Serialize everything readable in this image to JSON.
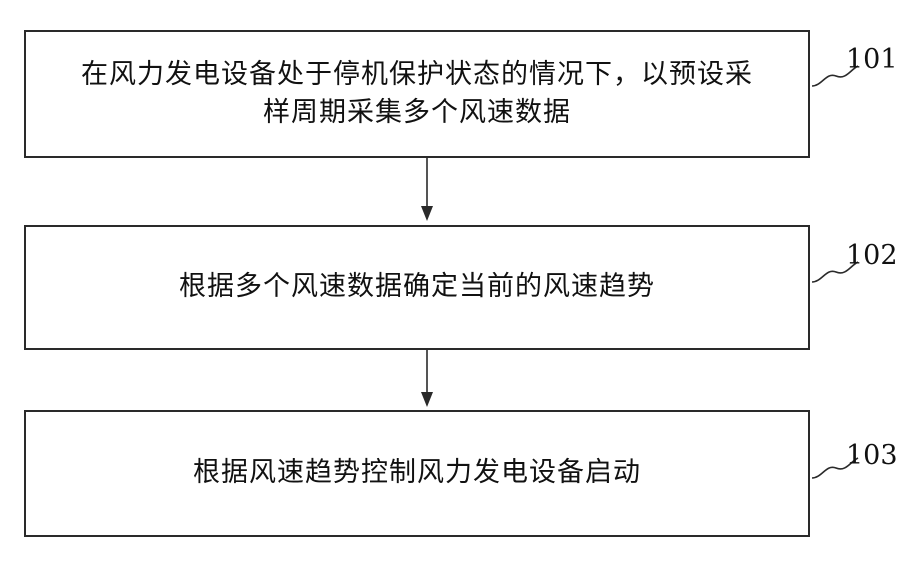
{
  "steps": [
    {
      "id": "101",
      "text": "在风力发电设备处于停机保护状态的情况下，以预设采\n样周期采集多个风速数据"
    },
    {
      "id": "102",
      "text": "根据多个风速数据确定当前的风速趋势"
    },
    {
      "id": "103",
      "text": "根据风速趋势控制风力发电设备启动"
    }
  ],
  "colors": {
    "stroke": "#2a2a2a",
    "text": "#111111"
  }
}
